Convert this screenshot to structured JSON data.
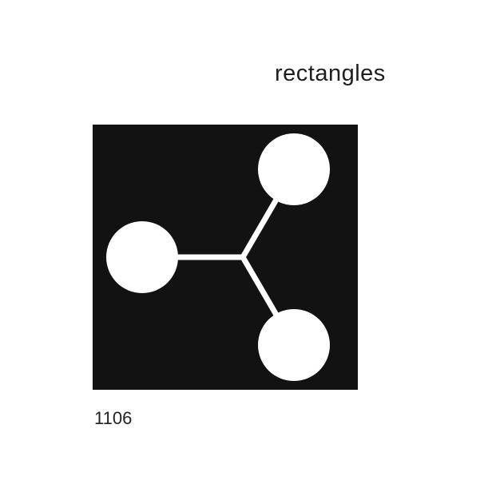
{
  "header": {
    "title": "rectangles"
  },
  "symbol": {
    "icon": "three-node-branch-symbol",
    "background_color": "#121212",
    "foreground_color": "#ffffff"
  },
  "footer": {
    "code": "1106"
  }
}
